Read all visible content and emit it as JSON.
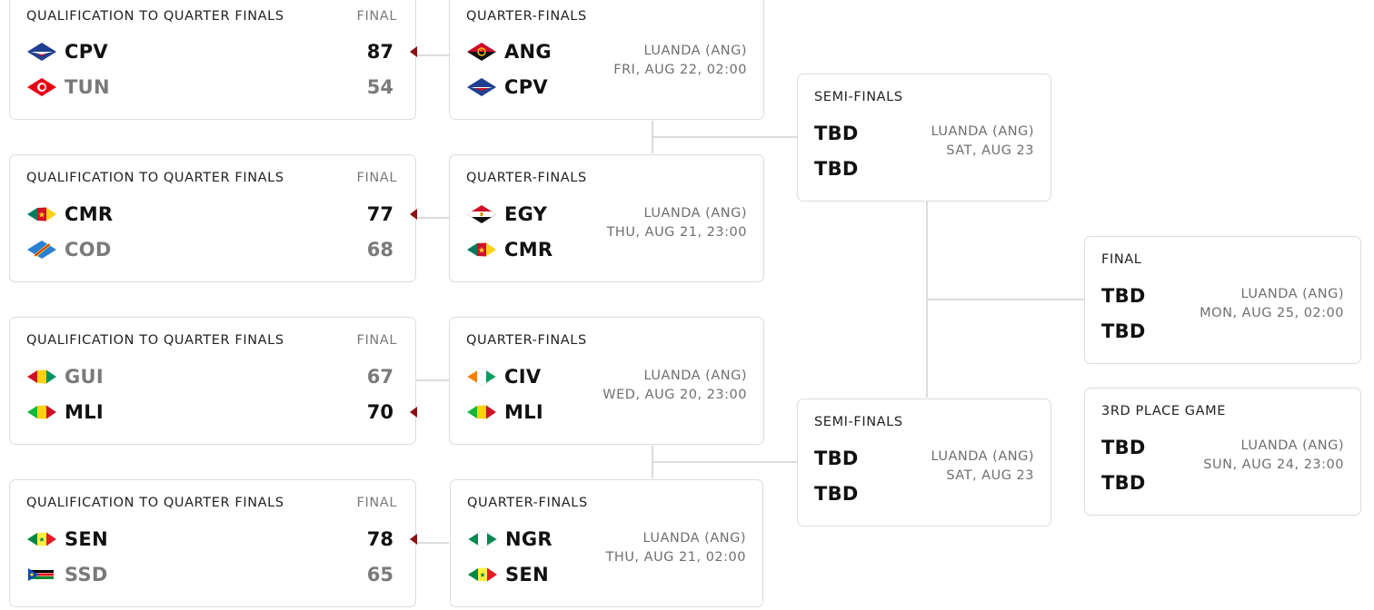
{
  "colors": {
    "win_arrow": "#8b1010",
    "muted": "#7a7a7a",
    "border": "#dcdcdc"
  },
  "qualifiers": [
    {
      "title": "QUALIFICATION TO QUARTER FINALS",
      "status": "FINAL",
      "teams": [
        {
          "code": "CPV",
          "score": "87",
          "winner": true,
          "flag": "cpv-flag-icon"
        },
        {
          "code": "TUN",
          "score": "54",
          "winner": false,
          "flag": "tun-flag-icon"
        }
      ]
    },
    {
      "title": "QUALIFICATION TO QUARTER FINALS",
      "status": "FINAL",
      "teams": [
        {
          "code": "CMR",
          "score": "77",
          "winner": true,
          "flag": "cmr-flag-icon"
        },
        {
          "code": "COD",
          "score": "68",
          "winner": false,
          "flag": "cod-flag-icon"
        }
      ]
    },
    {
      "title": "QUALIFICATION TO QUARTER FINALS",
      "status": "FINAL",
      "teams": [
        {
          "code": "GUI",
          "score": "67",
          "winner": false,
          "flag": "gui-flag-icon"
        },
        {
          "code": "MLI",
          "score": "70",
          "winner": true,
          "flag": "mli-flag-icon"
        }
      ]
    },
    {
      "title": "QUALIFICATION TO QUARTER FINALS",
      "status": "FINAL",
      "teams": [
        {
          "code": "SEN",
          "score": "78",
          "winner": true,
          "flag": "sen-flag-icon"
        },
        {
          "code": "SSD",
          "score": "65",
          "winner": false,
          "flag": "ssd-flag-icon"
        }
      ]
    }
  ],
  "quarterfinals": [
    {
      "title": "QUARTER-FINALS",
      "venue": "LUANDA (ANG)",
      "datetime": "FRI, AUG 22, 02:00",
      "teams": [
        {
          "code": "ANG",
          "flag": "ang-flag-icon"
        },
        {
          "code": "CPV",
          "flag": "cpv-flag-icon"
        }
      ]
    },
    {
      "title": "QUARTER-FINALS",
      "venue": "LUANDA (ANG)",
      "datetime": "THU, AUG 21, 23:00",
      "teams": [
        {
          "code": "EGY",
          "flag": "egy-flag-icon"
        },
        {
          "code": "CMR",
          "flag": "cmr-flag-icon"
        }
      ]
    },
    {
      "title": "QUARTER-FINALS",
      "venue": "LUANDA (ANG)",
      "datetime": "WED, AUG 20, 23:00",
      "teams": [
        {
          "code": "CIV",
          "flag": "civ-flag-icon"
        },
        {
          "code": "MLI",
          "flag": "mli-flag-icon"
        }
      ]
    },
    {
      "title": "QUARTER-FINALS",
      "venue": "LUANDA (ANG)",
      "datetime": "THU, AUG 21, 02:00",
      "teams": [
        {
          "code": "NGR",
          "flag": "ngr-flag-icon"
        },
        {
          "code": "SEN",
          "flag": "sen-flag-icon"
        }
      ]
    }
  ],
  "semifinals": [
    {
      "title": "SEMI-FINALS",
      "venue": "LUANDA (ANG)",
      "datetime": "SAT, AUG 23",
      "teams": [
        "TBD",
        "TBD"
      ]
    },
    {
      "title": "SEMI-FINALS",
      "venue": "LUANDA (ANG)",
      "datetime": "SAT, AUG 23",
      "teams": [
        "TBD",
        "TBD"
      ]
    }
  ],
  "final": {
    "title": "FINAL",
    "venue": "LUANDA (ANG)",
    "datetime": "MON, AUG 25, 02:00",
    "teams": [
      "TBD",
      "TBD"
    ]
  },
  "third_place": {
    "title": "3RD PLACE GAME",
    "venue": "LUANDA (ANG)",
    "datetime": "SUN, AUG 24, 23:00",
    "teams": [
      "TBD",
      "TBD"
    ]
  }
}
